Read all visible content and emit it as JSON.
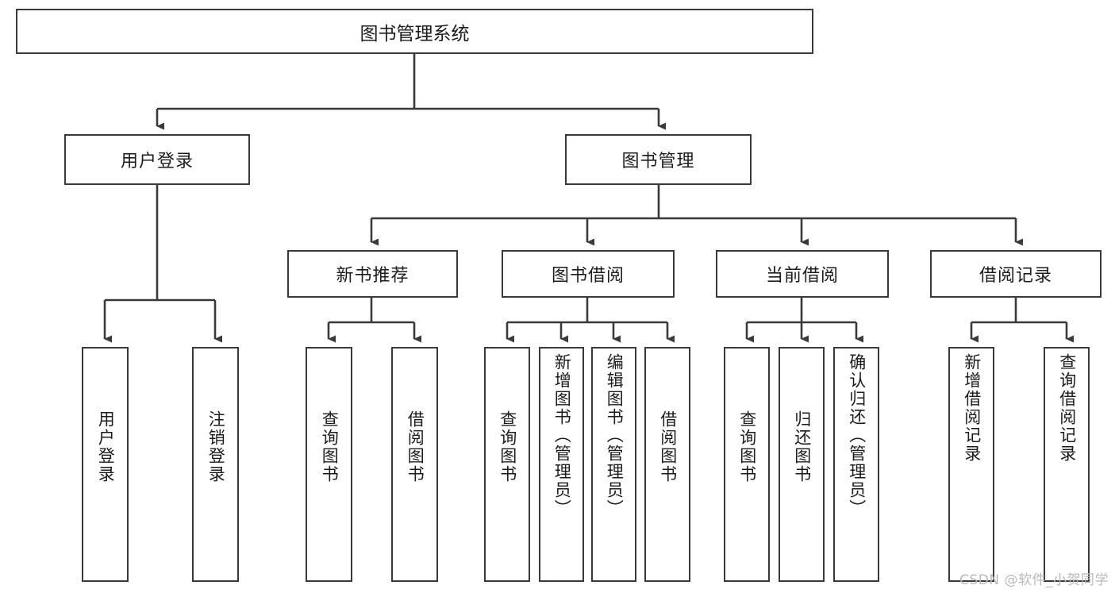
{
  "diagram": {
    "type": "tree",
    "title": "图书管理系统",
    "watermark": "CSDN @软件_小贺同学",
    "colors": {
      "stroke": "#3a3a3a",
      "text": "#1c1c1c",
      "background": "#ffffff",
      "watermark": "#b9b9b9"
    },
    "root": {
      "label": "图书管理系统"
    },
    "level2": [
      {
        "label": "用户登录"
      },
      {
        "label": "图书管理"
      }
    ],
    "level3": [
      {
        "label": "新书推荐"
      },
      {
        "label": "图书借阅"
      },
      {
        "label": "当前借阅"
      },
      {
        "label": "借阅记录"
      }
    ],
    "leaves": {
      "user_login": [
        {
          "label": "用户登录"
        },
        {
          "label": "注销登录"
        }
      ],
      "new_book_recommend": [
        {
          "label": "查询图书"
        },
        {
          "label": "借阅图书"
        }
      ],
      "book_borrow": [
        {
          "label": "查询图书"
        },
        {
          "label": "新增图书（管理员）"
        },
        {
          "label": "编辑图书（管理员）"
        },
        {
          "label": "借阅图书"
        }
      ],
      "current_borrow": [
        {
          "label": "查询图书"
        },
        {
          "label": "归还图书"
        },
        {
          "label": "确认归还（管理员）"
        }
      ],
      "borrow_records": [
        {
          "label": "新增借阅记录"
        },
        {
          "label": "查询借阅记录"
        }
      ]
    }
  }
}
